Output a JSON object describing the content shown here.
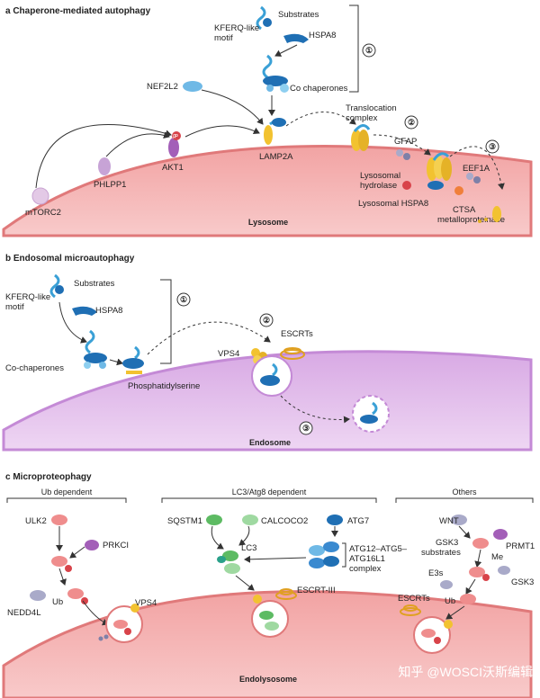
{
  "panels": {
    "a": {
      "title": "a  Chaperone-mediated autophagy",
      "membrane": "Lysosome",
      "labels": {
        "substrates": "Substrates",
        "kferq1": "KFERQ-like",
        "kferq2": "motif",
        "hspa8": "HSPA8",
        "cochaperones": "Co chaperones",
        "nef2l2": "NEF2L2",
        "translocation1": "Translocation",
        "translocation2": "complex",
        "akt1": "AKT1",
        "phlpp1": "PHLPP1",
        "mtorc2": "mTORC2",
        "lamp2a": "LAMP2A",
        "gfap": "GFAP",
        "eef1a": "EEF1A",
        "lys_hydrolase1": "Lysosomal",
        "lys_hydrolase2": "hydrolase",
        "lys_hspa8": "Lysosomal HSPA8",
        "ctsa1": "CTSA",
        "ctsa2": "metalloproteinase"
      },
      "steps": [
        "①",
        "②",
        "③"
      ]
    },
    "b": {
      "title": "b  Endosomal microautophagy",
      "membrane": "Endosome",
      "labels": {
        "substrates": "Substrates",
        "kferq1": "KFERQ-like",
        "kferq2": "motif",
        "hspa8": "HSPA8",
        "cochaperones": "Co-chaperones",
        "phosphatidylserine": "Phosphatidylserine",
        "vps4": "VPS4",
        "escrts": "ESCRTs"
      },
      "steps": [
        "①",
        "②",
        "③"
      ]
    },
    "c": {
      "title": "c  Microproteophagy",
      "membrane": "Endolysosome",
      "groups": [
        "Ub dependent",
        "LC3/Atg8 dependent",
        "Others"
      ],
      "labels": {
        "ulk2": "ULK2",
        "prkci": "PRKCI",
        "nedd4l": "NEDD4L",
        "ub1": "Ub",
        "vps4": "VPS4",
        "sqstm1": "SQSTM1",
        "calcoco2": "CALCOCO2",
        "atg7": "ATG7",
        "lc3": "LC3",
        "atg_complex1": "ATG12–ATG5–",
        "atg_complex2": "ATG16L1",
        "atg_complex3": "complex",
        "escrt3": "ESCRT-III",
        "wnt": "WNT",
        "gsk3sub1": "GSK3",
        "gsk3sub2": "substrates",
        "prmt1": "PRMT1",
        "me": "Me",
        "gsk3": "GSK3",
        "e3s": "E3s",
        "ub2": "Ub",
        "escrts": "ESCRTs"
      }
    }
  },
  "p_mark": "P",
  "watermark": "知乎 @WOSCI沃斯编辑",
  "colors": {
    "lysosome_membrane": "#f08a8a",
    "lysosome_fill": "#f6b3b3",
    "endosome_membrane": "#c48ad6",
    "endosome_fill": "#dfbbea",
    "hspa8_blue": "#1f6fb4",
    "light_blue": "#6fb9e6",
    "purple": "#a35fb8",
    "red_p": "#d8434a",
    "yellow": "#f2c230",
    "green": "#5dbb63",
    "pink": "#ef8d8d"
  }
}
